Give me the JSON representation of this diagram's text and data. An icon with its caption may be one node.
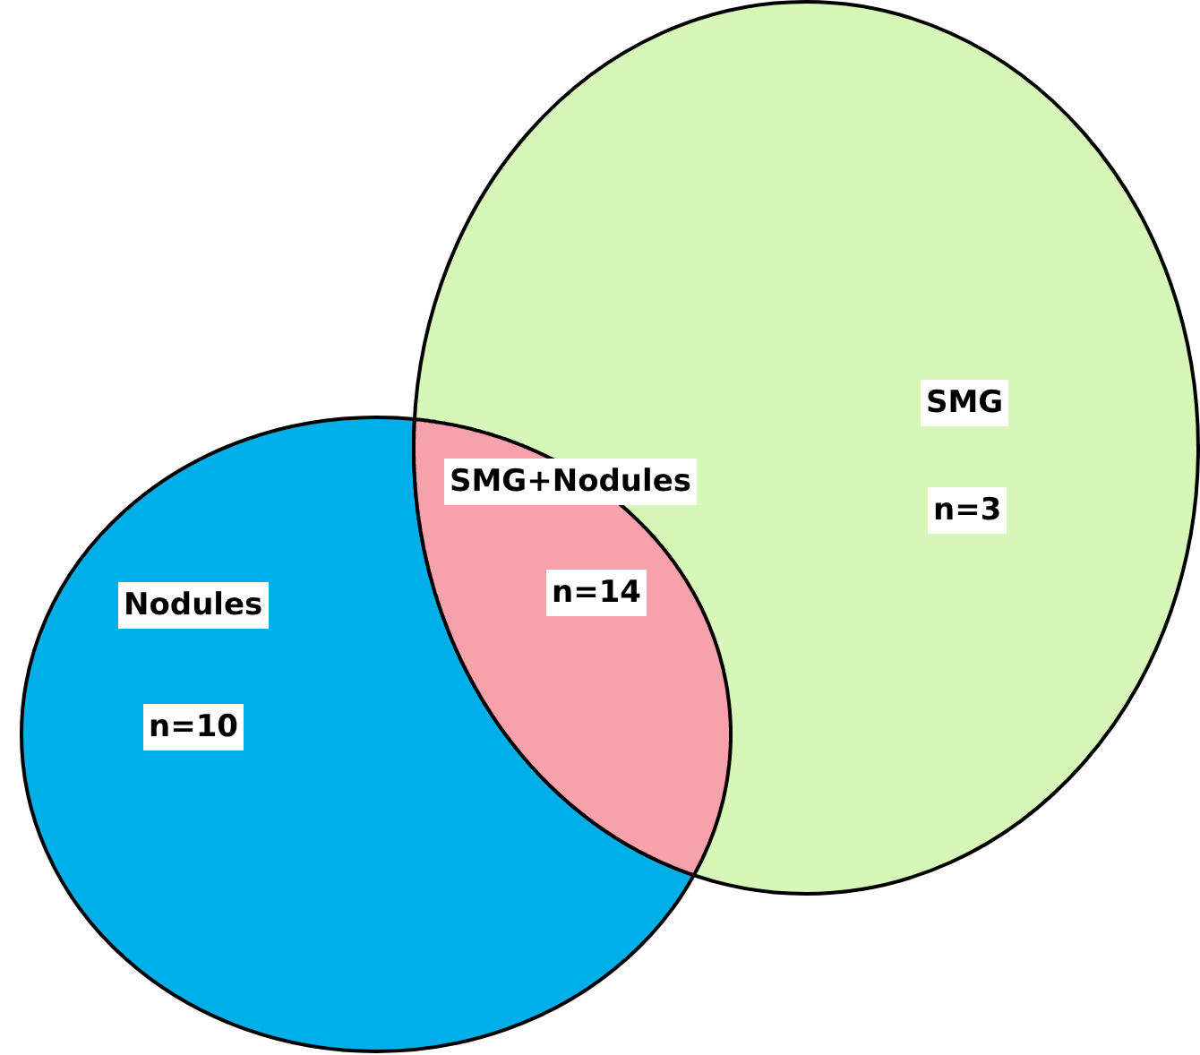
{
  "diagram": {
    "nodes": [
      {
        "text": [
          "Nodules",
          "n=10"
        ]
      },
      {
        "text": [
          "SMG+Nodules",
          "n=14"
        ]
      },
      {
        "text": [
          "SMG",
          "n=3"
        ]
      }
    ]
  }
}
